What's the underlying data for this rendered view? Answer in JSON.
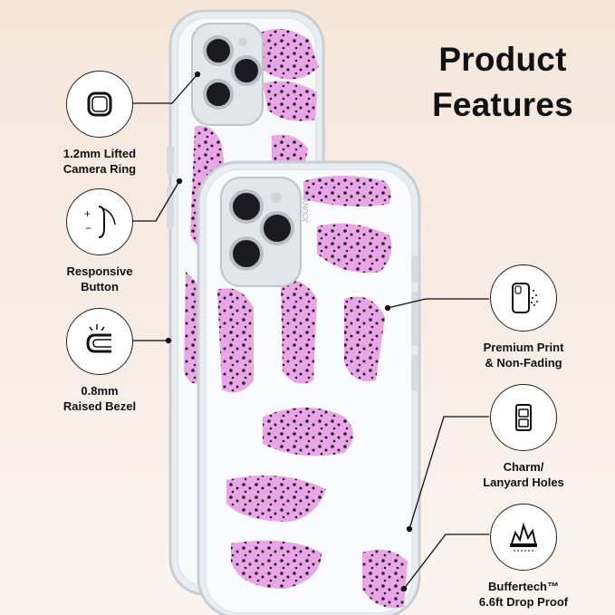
{
  "title_line1": "Product",
  "title_line2": "Features",
  "brand_text": "JOUNY",
  "colors": {
    "background": "#f7ece4",
    "print": "#e8a6e6",
    "spots": "#2b1a2b",
    "case_edge": "#cfd6db"
  },
  "features_left": [
    {
      "icon": "camera-ring-icon",
      "label": "1.2mm Lifted\nCamera Ring"
    },
    {
      "icon": "responsive-button-icon",
      "label": "Responsive\nButton"
    },
    {
      "icon": "raised-bezel-icon",
      "label": "0.8mm\nRaised Bezel"
    }
  ],
  "features_right": [
    {
      "icon": "premium-print-icon",
      "label": "Premium Print\n& Non-Fading"
    },
    {
      "icon": "lanyard-holes-icon",
      "label": "Charm/\nLanyard Holes"
    },
    {
      "icon": "drop-proof-icon",
      "label": "Buffertech™\n6.6ft Drop Proof"
    }
  ]
}
